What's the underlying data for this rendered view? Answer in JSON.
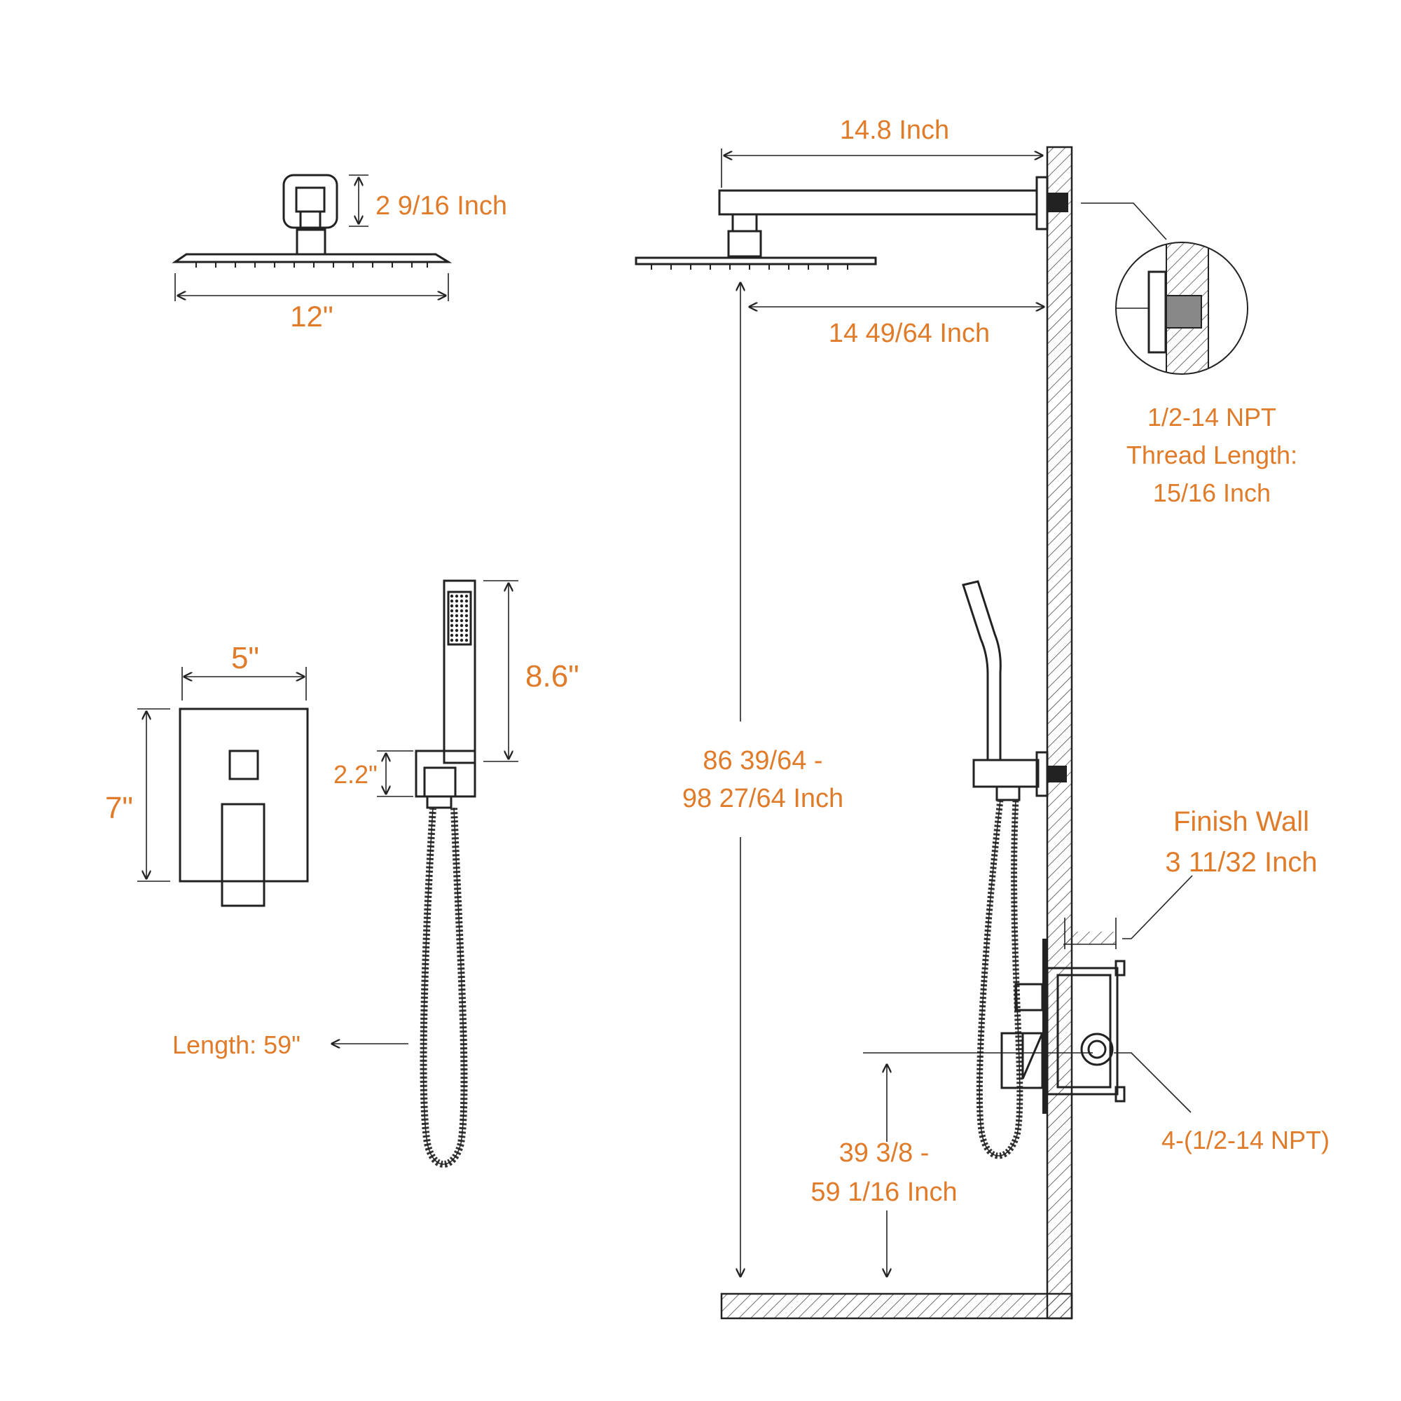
{
  "colors": {
    "accent": "#e07b2a",
    "line": "#222222"
  },
  "labels": {
    "head_arm_height": "2 9/16 Inch",
    "head_width": "12\"",
    "arm_length": "14.8 Inch",
    "arm_reach": "14 49/64 Inch",
    "npt_line1": "1/2-14 NPT",
    "npt_line2": "Thread Length:",
    "npt_line3": "15/16 Inch",
    "plate_width": "5\"",
    "plate_height": "7\"",
    "handheld_length": "8.6\"",
    "holder_height": "2.2\"",
    "hose_length": "Length: 59\"",
    "total_height_line1": "86 39/64 -",
    "total_height_line2": "98 27/64 Inch",
    "finish_wall_line1": "Finish Wall",
    "finish_wall_line2": "3 11/32 Inch",
    "valve_height_line1": "39 3/8 -",
    "valve_height_line2": "59 1/16 Inch",
    "valve_ports": "4-(1/2-14 NPT)"
  }
}
